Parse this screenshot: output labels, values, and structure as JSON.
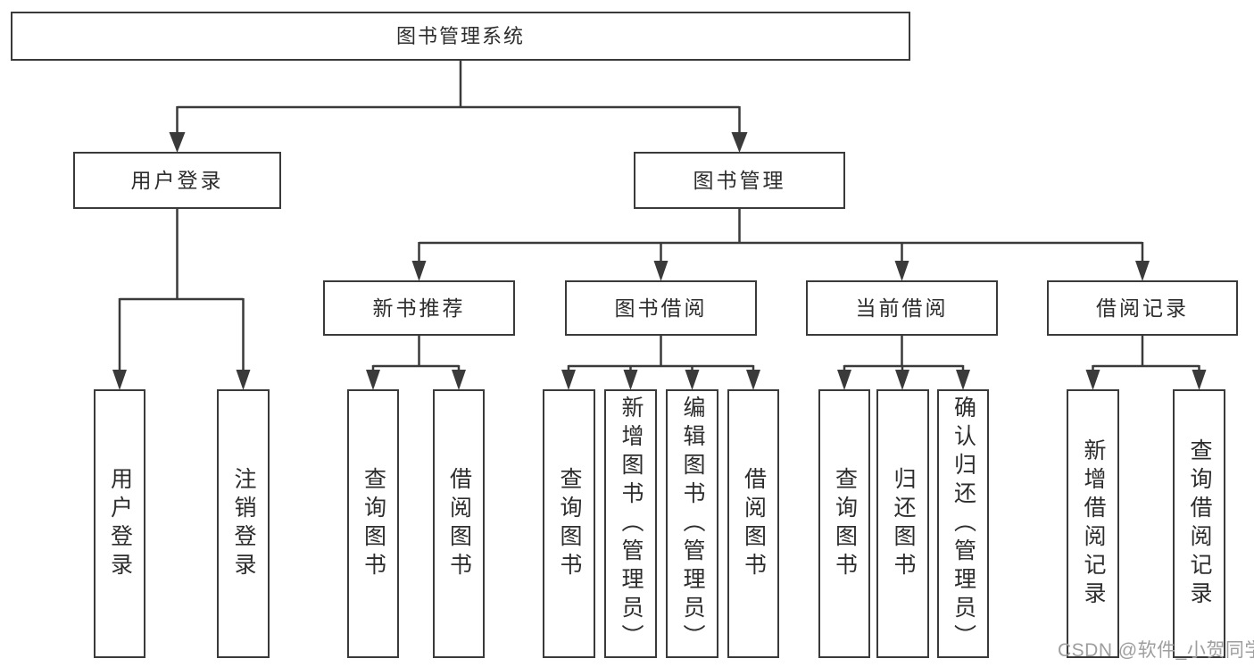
{
  "diagram": {
    "type": "tree-diagram",
    "colors": {
      "line": "#3a3a3a",
      "border": "#3a3a3a",
      "text": "#2d2d2d",
      "background": "#ffffff",
      "watermark": "#9e9e9e"
    },
    "root": {
      "label": "图书管理系统",
      "children": [
        {
          "label": "用户登录",
          "children": [
            {
              "label": "用户登录"
            },
            {
              "label": "注销登录"
            }
          ]
        },
        {
          "label": "图书管理",
          "children": [
            {
              "label": "新书推荐",
              "children": [
                {
                  "label": "查询图书"
                },
                {
                  "label": "借阅图书"
                }
              ]
            },
            {
              "label": "图书借阅",
              "children": [
                {
                  "label": "查询图书"
                },
                {
                  "label": "新增图书（管理员）"
                },
                {
                  "label": "编辑图书（管理员）"
                },
                {
                  "label": "借阅图书"
                }
              ]
            },
            {
              "label": "当前借阅",
              "children": [
                {
                  "label": "查询图书"
                },
                {
                  "label": "归还图书"
                },
                {
                  "label": "确认归还（管理员）"
                }
              ]
            },
            {
              "label": "借阅记录",
              "children": [
                {
                  "label": "新增借阅记录"
                },
                {
                  "label": "查询借阅记录"
                }
              ]
            }
          ]
        }
      ]
    }
  },
  "watermark": {
    "label": "CSDN @软件_小贺同学"
  }
}
